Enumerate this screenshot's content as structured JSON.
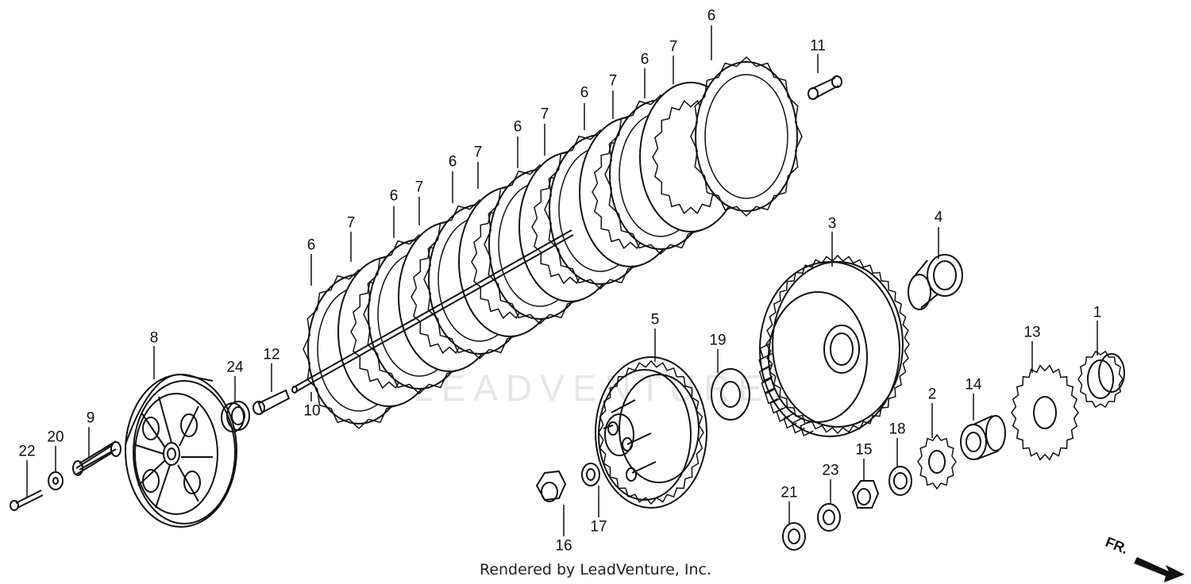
{
  "diagram": {
    "callouts": [
      {
        "id": "c1",
        "text": "1"
      },
      {
        "id": "c2",
        "text": "2"
      },
      {
        "id": "c3",
        "text": "3"
      },
      {
        "id": "c4",
        "text": "4"
      },
      {
        "id": "c5",
        "text": "5"
      },
      {
        "id": "c6a",
        "text": "6"
      },
      {
        "id": "c6b",
        "text": "6"
      },
      {
        "id": "c6c",
        "text": "6"
      },
      {
        "id": "c6d",
        "text": "6"
      },
      {
        "id": "c6e",
        "text": "6"
      },
      {
        "id": "c6f",
        "text": "6"
      },
      {
        "id": "c6g",
        "text": "6"
      },
      {
        "id": "c7a",
        "text": "7"
      },
      {
        "id": "c7b",
        "text": "7"
      },
      {
        "id": "c7c",
        "text": "7"
      },
      {
        "id": "c7d",
        "text": "7"
      },
      {
        "id": "c7e",
        "text": "7"
      },
      {
        "id": "c7f",
        "text": "7"
      },
      {
        "id": "c8",
        "text": "8"
      },
      {
        "id": "c9",
        "text": "9"
      },
      {
        "id": "c10",
        "text": "10"
      },
      {
        "id": "c11",
        "text": "11"
      },
      {
        "id": "c12",
        "text": "12"
      },
      {
        "id": "c13",
        "text": "13"
      },
      {
        "id": "c14",
        "text": "14"
      },
      {
        "id": "c15",
        "text": "15"
      },
      {
        "id": "c16",
        "text": "16"
      },
      {
        "id": "c17",
        "text": "17"
      },
      {
        "id": "c18",
        "text": "18"
      },
      {
        "id": "c19",
        "text": "19"
      },
      {
        "id": "c20",
        "text": "20"
      },
      {
        "id": "c21",
        "text": "21"
      },
      {
        "id": "c22",
        "text": "22"
      },
      {
        "id": "c23",
        "text": "23"
      },
      {
        "id": "c24",
        "text": "24"
      }
    ],
    "watermark": "LEADVENTURE",
    "footer": "Rendered by LeadVenture, Inc.",
    "direction_label": "FR."
  },
  "colors": {
    "ink": "#111111",
    "watermark": "#e8e8e8"
  }
}
